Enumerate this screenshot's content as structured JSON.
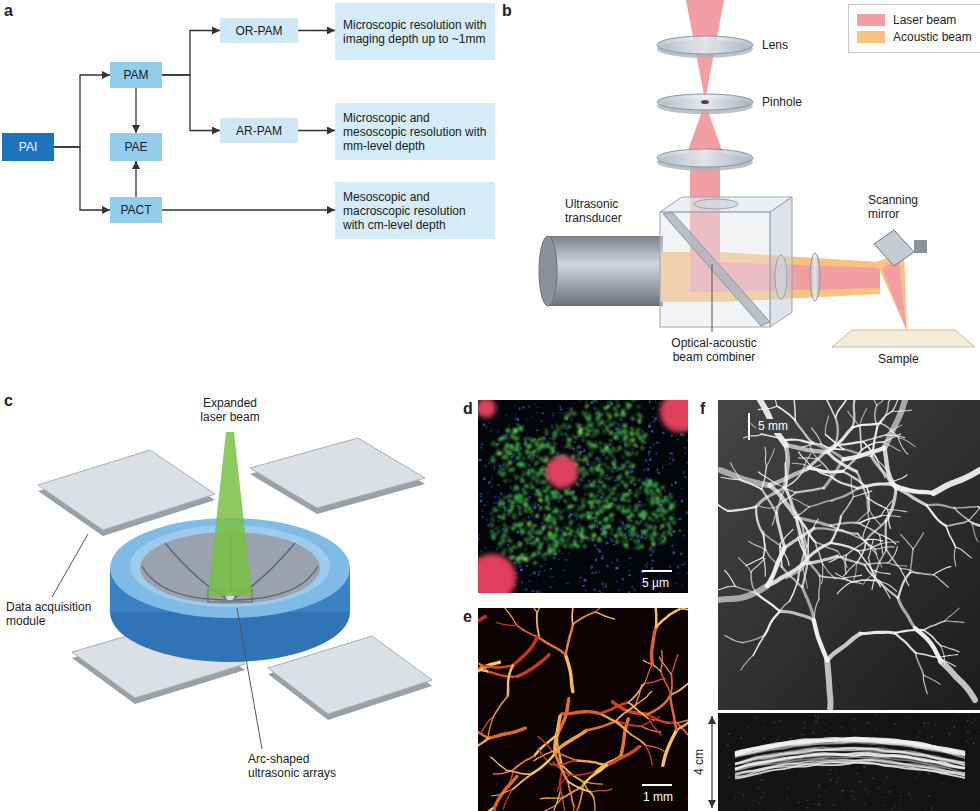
{
  "diagram": {
    "nodes": [
      {
        "text": [
          "PAI"
        ]
      },
      {
        "text": [
          "PAM"
        ]
      },
      {
        "text": [
          "PAE"
        ]
      },
      {
        "text": [
          "PACT"
        ]
      },
      {
        "text": [
          "OR-PAM"
        ]
      },
      {
        "text": [
          "AR-PAM"
        ]
      },
      {
        "text": [
          "Microscopic resolution with imaging depth up to ~1mm"
        ]
      },
      {
        "text": [
          "Microscopic and mesoscopic resolution with mm-level depth"
        ]
      },
      {
        "text": [
          "Mesoscopic and macroscopic resolution with cm-level depth"
        ]
      }
    ],
    "edges": [
      {
        "from": 0,
        "to": 1,
        "arrow": "to"
      },
      {
        "from": 0,
        "to": 3,
        "arrow": "to"
      },
      {
        "from": 1,
        "to": 4,
        "arrow": "to"
      },
      {
        "from": 1,
        "to": 5,
        "arrow": "to"
      },
      {
        "from": 1,
        "to": 2,
        "arrow": "to"
      },
      {
        "from": 3,
        "to": 2,
        "arrow": "to"
      },
      {
        "from": 4,
        "to": 6,
        "arrow": "to"
      },
      {
        "from": 5,
        "to": 7,
        "arrow": "to"
      },
      {
        "from": 3,
        "to": 8,
        "arrow": "to"
      }
    ],
    "labels": [
      "a",
      "b",
      "Lens",
      "Pinhole",
      "Ultrasonic transducer",
      "Scanning mirror",
      "Optical-acoustic beam combiner",
      "Sample",
      "c",
      "Expanded laser beam",
      "Data acquisition module",
      "Arc-shaped ultrasonic arrays",
      "d",
      "5 µm",
      "e",
      "1 mm",
      "f",
      "5 mm",
      "4 cm"
    ],
    "legend": [
      {
        "text": "Laser beam",
        "color": "#f29ea3"
      },
      {
        "text": "Acoustic beam",
        "color": "#fbc27e"
      }
    ]
  }
}
